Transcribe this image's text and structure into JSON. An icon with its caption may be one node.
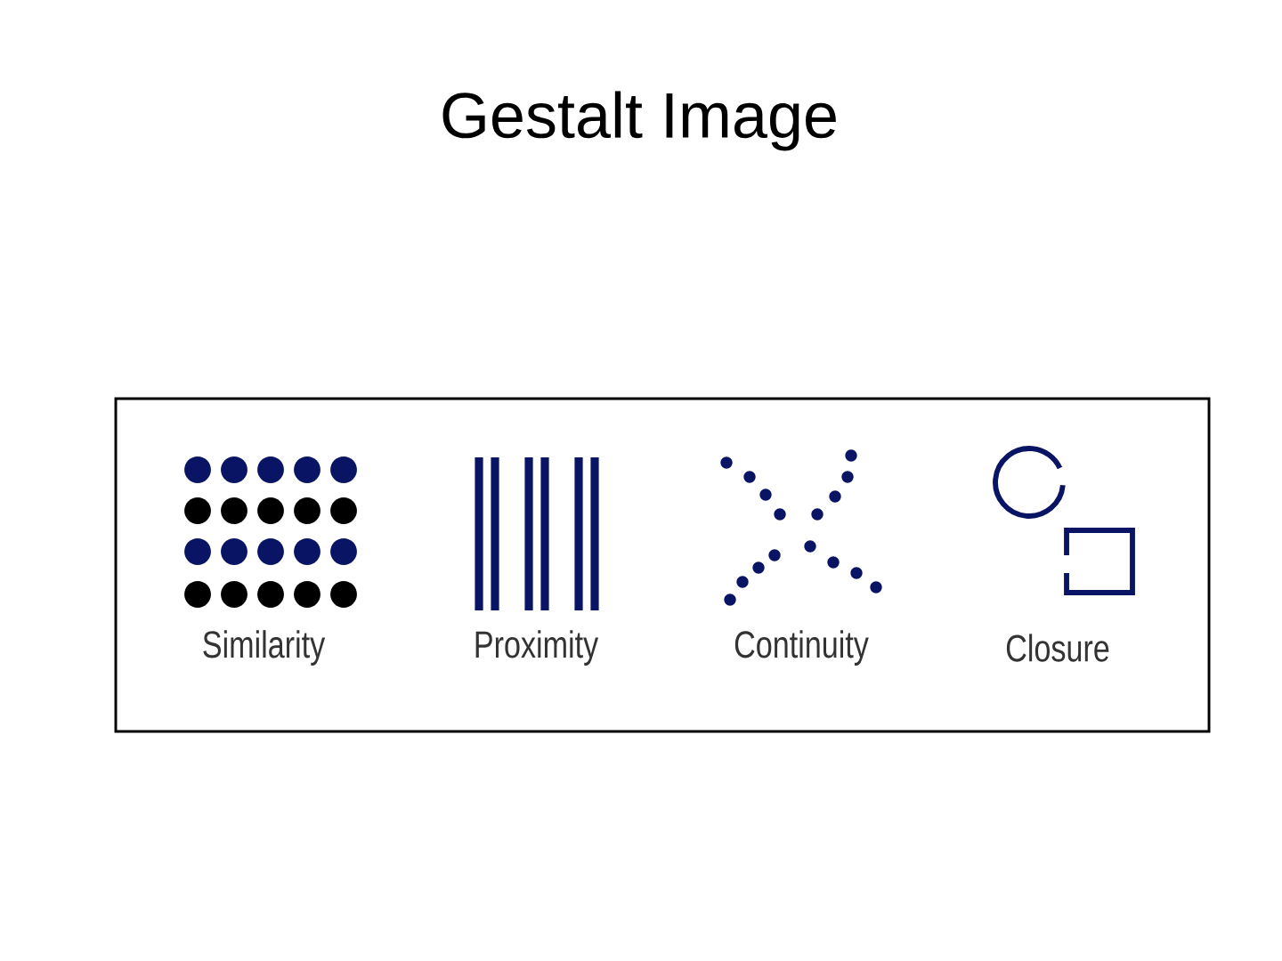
{
  "diagram": {
    "title": "Gestalt Image",
    "labels": [
      "Similarity",
      "Proximity",
      "Continuity",
      "Closure"
    ]
  }
}
